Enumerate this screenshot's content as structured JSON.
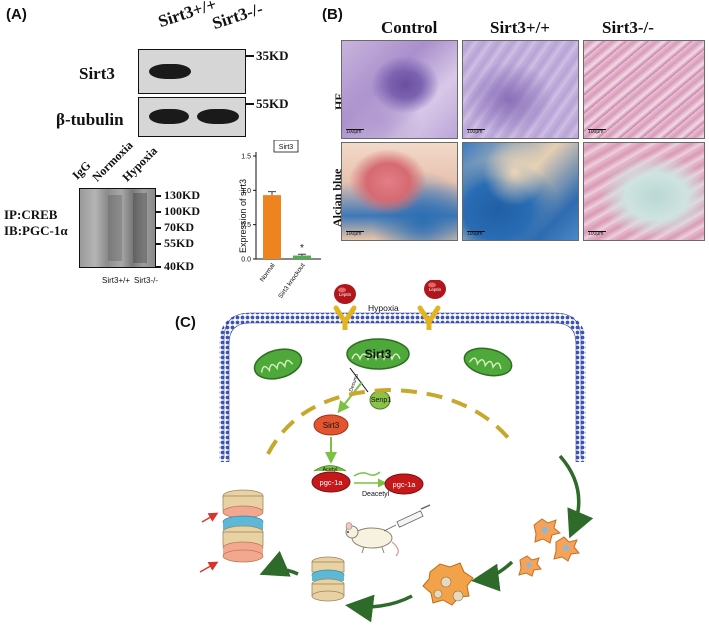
{
  "panelA": {
    "letter": "(A)",
    "lane_labels": [
      "Sirt3+/+",
      "Sirt3-/-"
    ],
    "sirt3_label": "Sirt3",
    "sirt3_marker": "35KD",
    "tubulin_label": "β-tubulin",
    "tubulin_marker": "55KD",
    "ip_lane_labels": [
      "IgG",
      "Normoxia",
      "Hypoxia"
    ],
    "ip_label": "IP:CREB",
    "ib_label": "IB:PGC-1α",
    "ladder": [
      "130KD",
      "100KD",
      "70KD",
      "55KD",
      "40KD"
    ],
    "ip_bottom_labels": [
      "Sirt3+/+",
      "Sirt3-/-"
    ]
  },
  "panelB": {
    "letter": "(B)",
    "columns": [
      "Control",
      "Sirt3+/+",
      "Sirt3-/-"
    ],
    "rows": [
      "HE",
      "Alcian blue"
    ],
    "scale_label": "100μm"
  },
  "panelC": {
    "letter": "(C)",
    "leptin": "Leptin",
    "hypoxia": "Hypoxia",
    "sirt3_mito": "Sirt3",
    "desumo": "Desumo",
    "senp1": "Senp1",
    "sirt3_nucleus": "Sirt3",
    "acetyl": "Acetyl",
    "pgc_left": "pgc-1a",
    "pgc_right": "pgc-1a",
    "deacetyl": "Deacetyl"
  },
  "chart_data": {
    "type": "bar",
    "legend": "Sirt3",
    "categories": [
      "Normal",
      "Sirt3 knockout"
    ],
    "values": [
      0.93,
      0.05
    ],
    "errors": [
      0.05,
      0.02
    ],
    "colors": [
      "#ee8420",
      "#4caf50"
    ],
    "ylabel": "Expression of sirt3",
    "ylim": [
      0,
      1.5
    ],
    "yticks": [
      "0.0",
      "0.5",
      "1.0",
      "1.5"
    ],
    "annotation": "*"
  }
}
